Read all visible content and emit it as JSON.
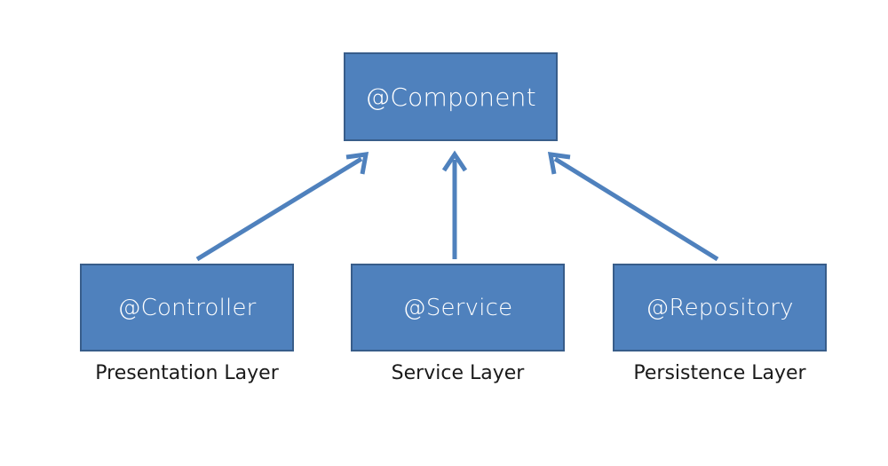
{
  "diagram": {
    "type": "layered-annotation-diagram",
    "background_color": "#ffffff",
    "node_fill_color": "#4f81bd",
    "node_border_color": "#385d8a",
    "node_text_color": "#ffffff",
    "arrow_color": "#4f81bd",
    "caption_text_color": "#1a1a1a",
    "parent": {
      "label": "@Component"
    },
    "children": [
      {
        "label": "@Controller",
        "caption": "Presentation Layer"
      },
      {
        "label": "@Service",
        "caption": "Service Layer"
      },
      {
        "label": "@Repository",
        "caption": "Persistence Layer"
      }
    ],
    "connectors": [
      {
        "name": "controller-to-component",
        "from": "@Controller",
        "to": "@Component",
        "style": "open-arrow"
      },
      {
        "name": "service-to-component",
        "from": "@Service",
        "to": "@Component",
        "style": "open-arrow"
      },
      {
        "name": "repository-to-component",
        "from": "@Repository",
        "to": "@Component",
        "style": "open-arrow"
      }
    ]
  }
}
